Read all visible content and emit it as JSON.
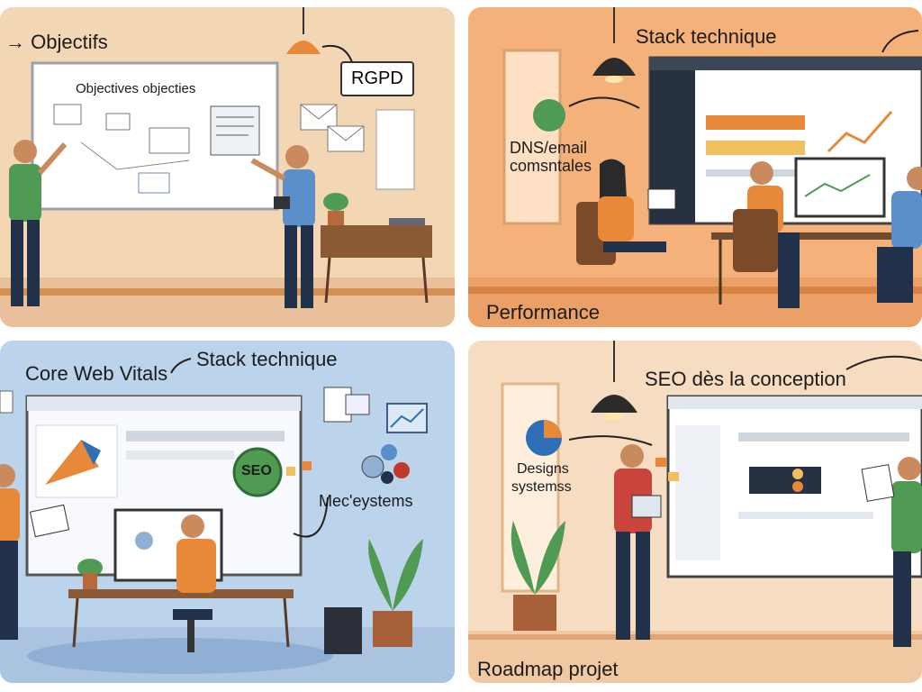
{
  "colors": {
    "orange": "#e8893a",
    "wall_peach": "#f3d6b4",
    "wall_orange": "#f4b27a",
    "wall_blue": "#bcd3ec",
    "wall_cream": "#f6dcc1",
    "green": "#4f9b53",
    "navy": "#22314a"
  },
  "panel1": {
    "title": "→ Objectifs",
    "whiteboard_text": "Objectives objecties",
    "badge": "RGPD"
  },
  "panel2": {
    "title": "Stack technique",
    "glass_text_1": "DNS/email",
    "glass_text_2": "comsntales",
    "footer": "Performance"
  },
  "panel3": {
    "title_left": "Core Web Vitals",
    "title_right": "Stack technique",
    "seo_badge": "SEO",
    "side_text": "Mec'eystems"
  },
  "panel4": {
    "title": "SEO dès la conception",
    "glass_text_1": "Designs",
    "glass_text_2": "systemss",
    "footer": "Roadmap projet"
  }
}
